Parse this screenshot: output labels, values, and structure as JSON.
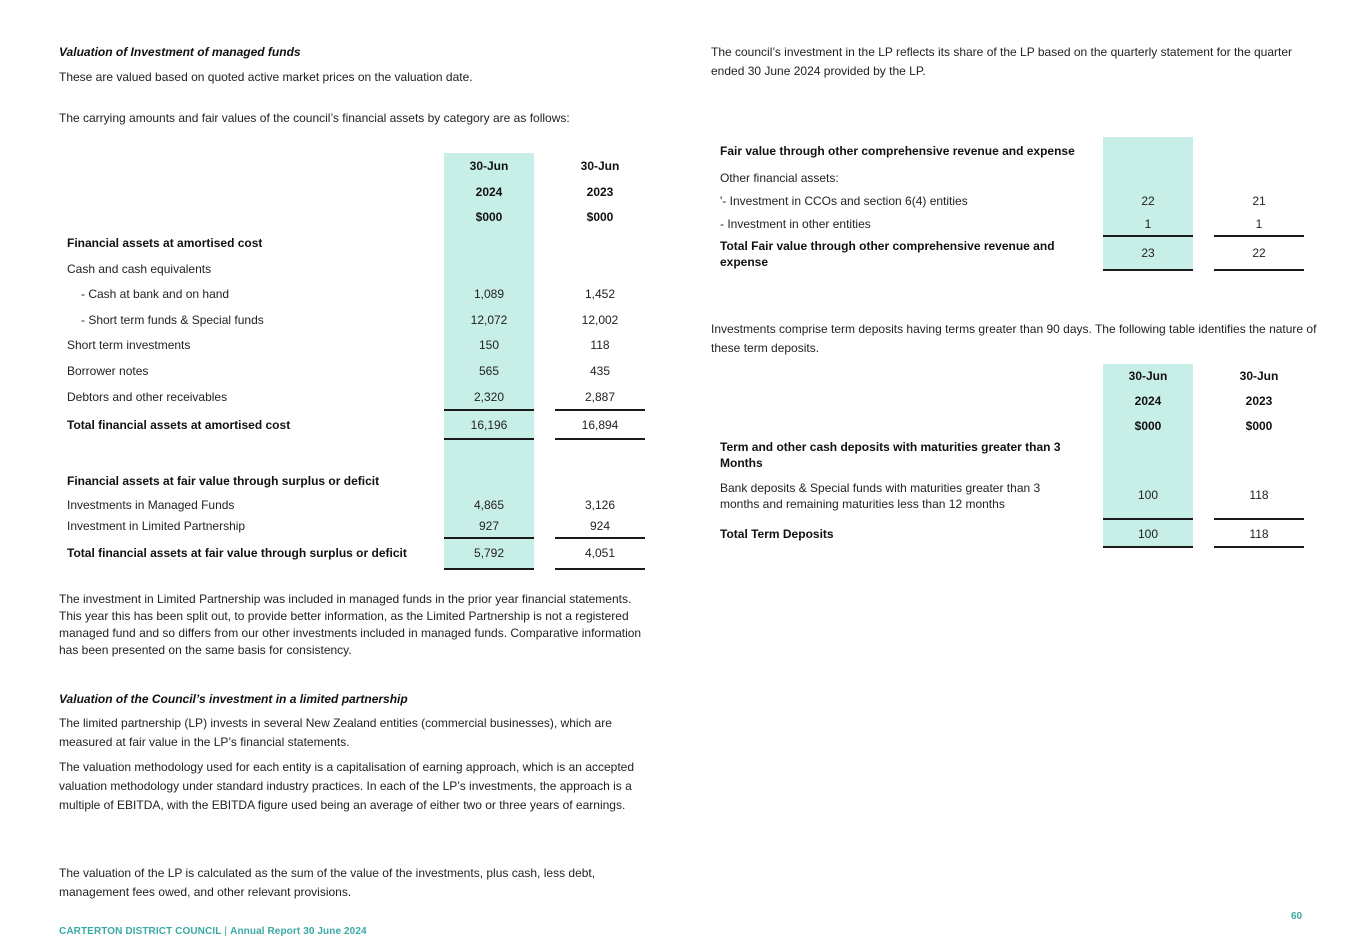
{
  "left": {
    "heading1": "Valuation of Investment of managed funds",
    "para1": "These are valued based on quoted active market prices on the valuation date.",
    "para2": "The carrying amounts and fair values of the council’s financial assets by category are as follows:",
    "table": {
      "headers": {
        "col2024": [
          "30-Jun",
          "2024",
          "$000"
        ],
        "col2023": [
          "30-Jun",
          "2023",
          "$000"
        ]
      },
      "section1_title": "Financial assets at amortised cost",
      "rows1": [
        {
          "label": "Cash and cash equivalents",
          "v2024": "",
          "v2023": ""
        },
        {
          "label": "- Cash at bank and on hand",
          "v2024": "1,089",
          "v2023": "1,452"
        },
        {
          "label": "- Short term funds & Special funds",
          "v2024": "12,072",
          "v2023": "12,002"
        },
        {
          "label": "Short term investments",
          "v2024": "150",
          "v2023": "118"
        },
        {
          "label": "Borrower notes",
          "v2024": "565",
          "v2023": "435"
        },
        {
          "label": "Debtors and other receivables",
          "v2024": "2,320",
          "v2023": "2,887"
        }
      ],
      "total1": {
        "label": "Total financial assets at amortised cost",
        "v2024": "16,196",
        "v2023": "16,894"
      },
      "section2_title": "Financial assets at fair value through surplus or deficit",
      "rows2": [
        {
          "label": "Investments in Managed Funds",
          "v2024": "4,865",
          "v2023": "3,126"
        },
        {
          "label": "Investment in Limited Partnership",
          "v2024": "927",
          "v2023": "924"
        }
      ],
      "total2": {
        "label": "Total financial assets at fair value through surplus or deficit",
        "v2024": "5,792",
        "v2023": "4,051"
      }
    },
    "para3": "The investment in Limited Partnership was included in managed funds in the prior year financial statements. This year this has been split out, to provide better information, as the Limited Partnership is not a registered managed fund and so differs from our other investments included in managed funds. Comparative information has been presented on the same basis for consistency.",
    "heading2": "Valuation of the Council’s investment in a limited partnership",
    "para4": " The limited partnership (LP) invests in several New Zealand entities (commercial businesses), which are measured at fair value in the LP’s financial statements.",
    "para5": "The valuation methodology used for each entity is a capitalisation of earning approach, which is an accepted valuation methodology under standard industry practices. In each of the LP’s investments, the approach is a multiple of EBITDA, with the EBITDA figure used being an average of either two or three years of earnings.",
    "para6": "The valuation of the LP is calculated as the sum of the value of the investments, plus cash, less debt, management fees owed, and other relevant provisions."
  },
  "right": {
    "para1": "The council’s investment in the LP reflects its share of the LP based on the quarterly statement for the quarter ended 30 June 2024 provided by the LP.",
    "fvoci": {
      "title": "Fair value through other comprehensive revenue and expense",
      "subtitle": "Other financial assets:",
      "rows": [
        {
          "label": "'- Investment in CCOs and section 6(4) entities",
          "v2024": "22",
          "v2023": "21"
        },
        {
          "label": "- Investment in other entities",
          "v2024": "1",
          "v2023": "1"
        }
      ],
      "total": {
        "label": "Total Fair value through other comprehensive revenue and expense",
        "v2024": "23",
        "v2023": "22"
      }
    },
    "para2": "Investments comprise term deposits having terms greater than 90 days. The following table identifies the nature of these term deposits.",
    "term": {
      "headers": {
        "col2024": [
          "30-Jun",
          "2024",
          "$000"
        ],
        "col2023": [
          "30-Jun",
          "2023",
          "$000"
        ]
      },
      "section_title": "Term and other cash deposits with maturities greater than 3 Months",
      "row": {
        "label": "Bank deposits & Special funds with maturities greater than 3 months and remaining maturities less than 12 months",
        "v2024": "100",
        "v2023": "118"
      },
      "total": {
        "label": "Total Term Deposits",
        "v2024": "100",
        "v2023": "118"
      }
    }
  },
  "footer": {
    "org": "CARTERTON DISTRICT COUNCIL",
    "separator": "|",
    "report": "Annual Report 30 June 2024",
    "page_number": "60"
  },
  "colors": {
    "accent_teal": "#3aa9a3",
    "column_shade": "#c8efe7",
    "rule": "#1a1a1a"
  }
}
